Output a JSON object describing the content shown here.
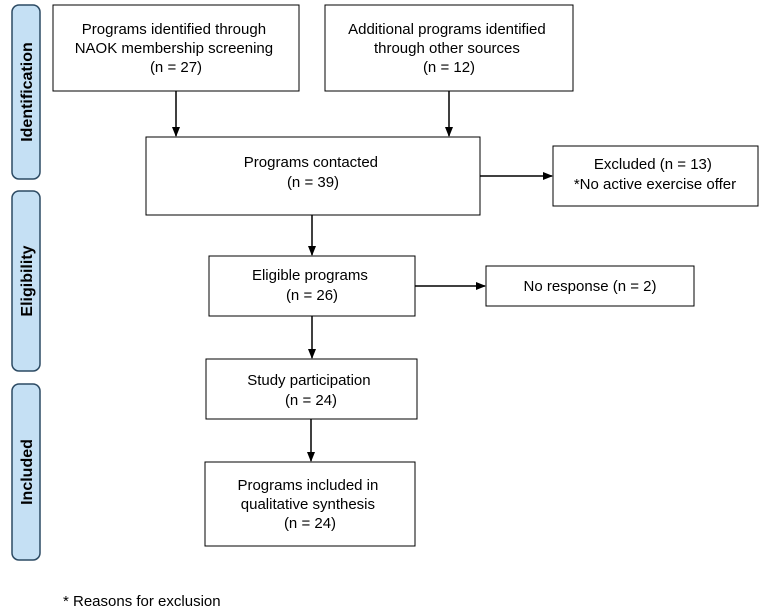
{
  "colors": {
    "phase_fill": "#c5e0f4",
    "phase_stroke": "#2c4a63",
    "box_stroke": "#000000",
    "arrow": "#000000"
  },
  "phases": [
    {
      "id": "identification",
      "label": "Identification"
    },
    {
      "id": "eligibility",
      "label": "Eligibility"
    },
    {
      "id": "included",
      "label": "Included"
    }
  ],
  "boxes": {
    "naok": {
      "lines": [
        "Programs identified through",
        "NAOK membership screening",
        "(n = 27)"
      ]
    },
    "other": {
      "lines": [
        "Additional programs identified",
        "through other sources",
        "(n = 12)"
      ]
    },
    "contacted": {
      "lines": [
        "Programs contacted",
        "(n = 39)"
      ]
    },
    "excluded": {
      "lines": [
        "Excluded (n = 13)",
        "*No active exercise offer"
      ]
    },
    "eligible": {
      "lines": [
        "Eligible programs",
        "(n = 26)"
      ]
    },
    "no_response": {
      "lines": [
        "No response (n = 2)"
      ]
    },
    "participation": {
      "lines": [
        "Study participation",
        "(n = 24)"
      ]
    },
    "qualitative": {
      "lines": [
        "Programs included in",
        "qualitative synthesis",
        "(n = 24)"
      ]
    }
  },
  "footnote": "* Reasons for exclusion"
}
